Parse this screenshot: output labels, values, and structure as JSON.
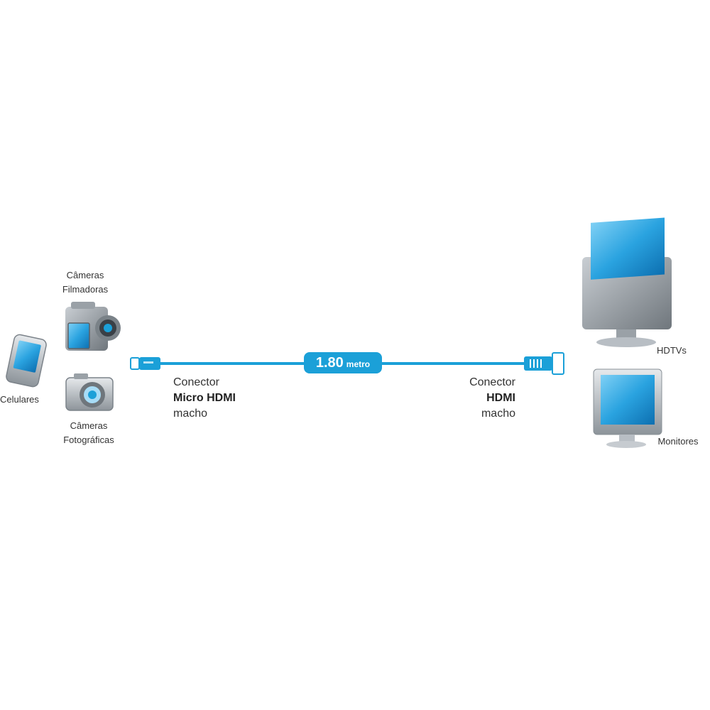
{
  "sources": {
    "camcorder": {
      "line1": "Câmeras",
      "line2": "Filmadoras"
    },
    "phone": {
      "label": "Celulares"
    },
    "camera": {
      "line1": "Câmeras",
      "line2": "Fotográficas"
    }
  },
  "connector_left": {
    "line1": "Conector",
    "line2": "Micro HDMI",
    "line3": "macho"
  },
  "connector_right": {
    "line1": "Conector",
    "line2": "HDMI",
    "line3": "macho"
  },
  "cable_length": {
    "value": "1.80",
    "unit": "metro"
  },
  "destinations": {
    "tv": {
      "label": "HDTVs"
    },
    "monitor": {
      "label": "Monitores"
    }
  },
  "colors": {
    "cable": "#1ba0d8",
    "screen": "#2aa3e0",
    "body": "#b8bec4"
  }
}
